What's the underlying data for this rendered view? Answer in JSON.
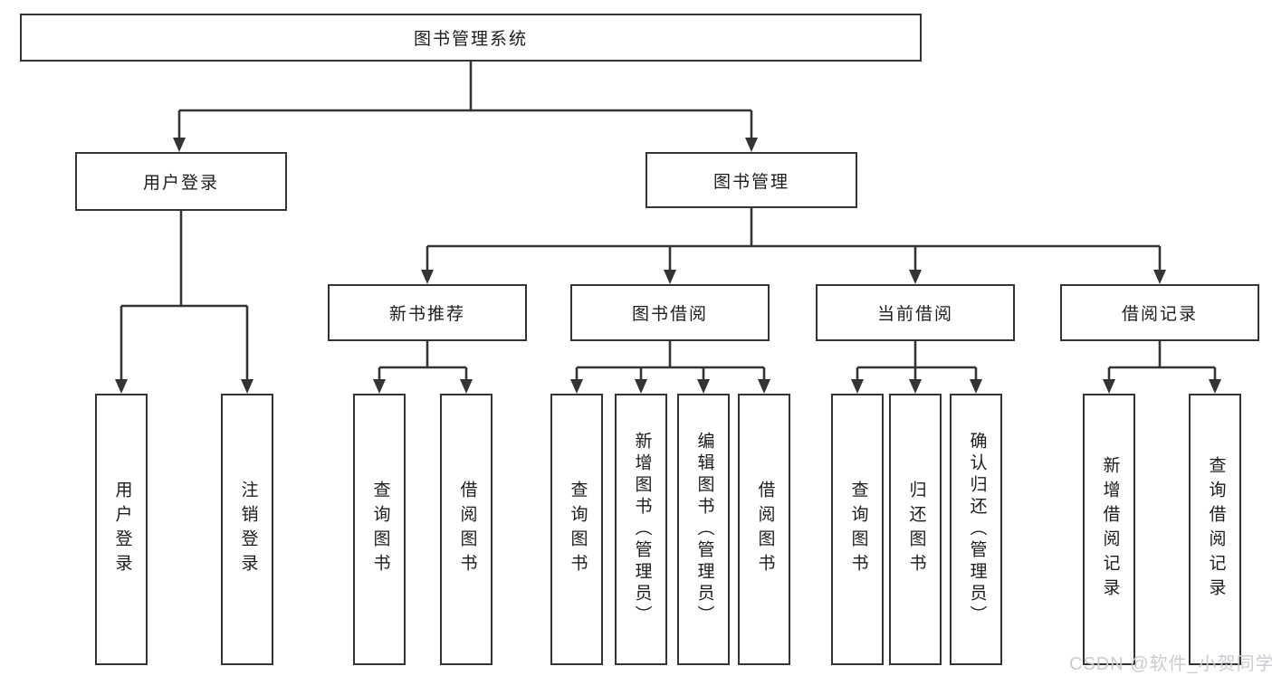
{
  "diagram": {
    "type": "functional-structure-tree",
    "watermark": "CSDN @软件_小贺同学",
    "colors": {
      "background": "#ffffff",
      "line": "#343434",
      "box_border": "#343434",
      "text": "#1c1c1c",
      "watermark": "#cbccd1"
    },
    "tree": {
      "root": {
        "label": "图书管理系统",
        "children": [
          {
            "label": "用户登录",
            "children": [
              {
                "label": "用户登录"
              },
              {
                "label": "注销登录"
              }
            ]
          },
          {
            "label": "图书管理",
            "children": [
              {
                "label": "新书推荐",
                "children": [
                  {
                    "label": "查询图书"
                  },
                  {
                    "label": "借阅图书"
                  }
                ]
              },
              {
                "label": "图书借阅",
                "children": [
                  {
                    "label": "查询图书"
                  },
                  {
                    "label": "新增图书（管理员）"
                  },
                  {
                    "label": "编辑图书（管理员）"
                  },
                  {
                    "label": "借阅图书"
                  }
                ]
              },
              {
                "label": "当前借阅",
                "children": [
                  {
                    "label": "查询图书"
                  },
                  {
                    "label": "归还图书"
                  },
                  {
                    "label": "确认归还（管理员）"
                  }
                ]
              },
              {
                "label": "借阅记录",
                "children": [
                  {
                    "label": "新增借阅记录"
                  },
                  {
                    "label": "查询借阅记录"
                  }
                ]
              }
            ]
          }
        ]
      }
    }
  }
}
